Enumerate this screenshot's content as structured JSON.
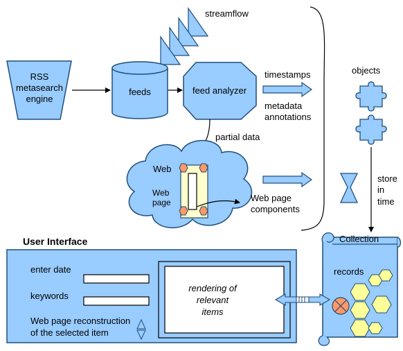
{
  "colors": {
    "fill": "#99ccff",
    "stroke": "#1f4e79",
    "cream": "#ffffcc",
    "orange": "#ff9966",
    "yellow": "#ffff99",
    "white": "#ffffff"
  },
  "labels": {
    "streamflow": "streamflow",
    "rss_line1": "RSS",
    "rss_line2": "metasearch",
    "rss_line3": "engine",
    "feeds": "feeds",
    "feed_analyzer": "feed analyzer",
    "timestamps": "timestamps",
    "metadata_line1": "metadata",
    "metadata_line2": "annotations",
    "partial_data": "partial data",
    "web": "Web",
    "web_page_line1": "Web",
    "web_page_line2": "page",
    "components_line1": "Web page",
    "components_line2": "components",
    "objects": "objects",
    "store_line1": "store",
    "store_line2": "in",
    "store_line3": "time",
    "user_interface": "User Interface",
    "collection": "Collection",
    "records": "records",
    "enter_date": "enter date",
    "keywords": "keywords",
    "reconstruction_line1": "Web page reconstruction",
    "reconstruction_line2": "of the selected item",
    "rendering_line1": "rendering of",
    "rendering_line2": "relevant",
    "rendering_line3": "items"
  },
  "icons": {
    "streamflow": "stacked-triangle-flags",
    "objects": "puzzle-piece-icons",
    "store": "hourglass-icon",
    "records": "hexagon-cluster",
    "selection": "crossed-circle-icon",
    "stepper": "up-down-arrows-icon"
  }
}
